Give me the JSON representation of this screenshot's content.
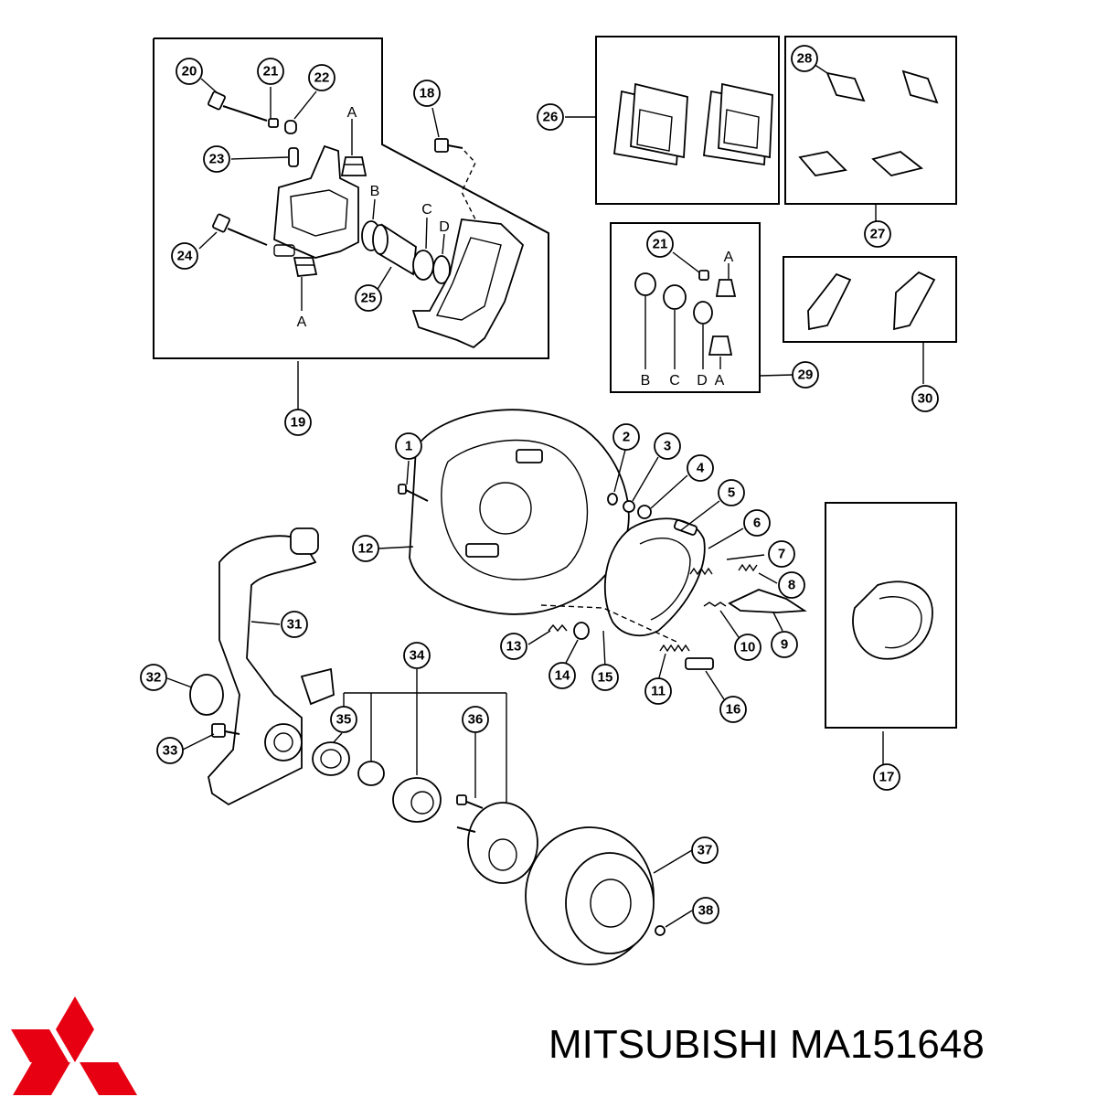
{
  "caption": "MITSUBISHI MA151648",
  "brand_logo": "mitsubishi-three-diamonds-logo",
  "colors": {
    "logo_red": "#e60012",
    "line": "#000000"
  },
  "callouts": [
    "1",
    "2",
    "3",
    "4",
    "5",
    "6",
    "7",
    "8",
    "9",
    "10",
    "11",
    "12",
    "13",
    "14",
    "15",
    "16",
    "17",
    "18",
    "19",
    "20",
    "21",
    "22",
    "23",
    "24",
    "25",
    "26",
    "27",
    "28",
    "29",
    "30",
    "31",
    "32",
    "33",
    "34",
    "35",
    "36",
    "37",
    "38"
  ],
  "seal_letters": {
    "caliper_a_top": "A",
    "caliper_a_bottom": "A",
    "caliper_b": "B",
    "caliper_c": "C",
    "caliper_d": "D",
    "kit_21_a": "A",
    "kit_b": "B",
    "kit_c": "C",
    "kit_d": "D",
    "kit_a": "A"
  }
}
